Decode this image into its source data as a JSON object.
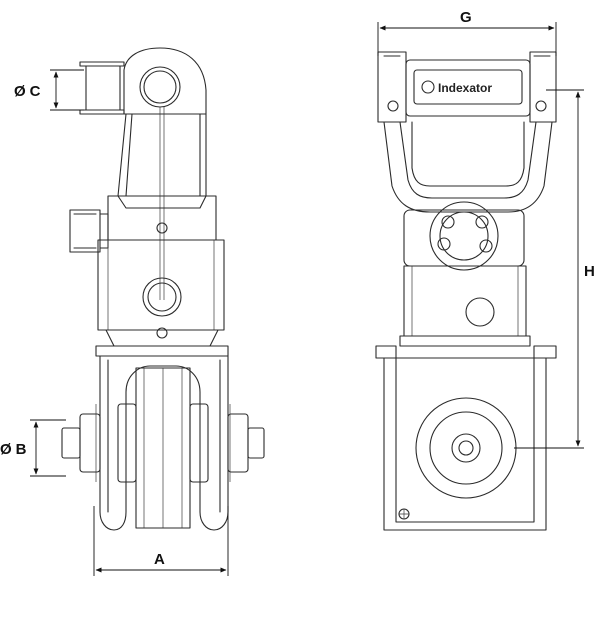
{
  "dimensions": {
    "dia_c": {
      "symbol": "Ø",
      "letter": "C"
    },
    "dia_b": {
      "symbol": "Ø",
      "letter": "B"
    },
    "a": {
      "letter": "A"
    },
    "g": {
      "letter": "G"
    },
    "h": {
      "letter": "H"
    }
  },
  "brand": {
    "name": "Indexator"
  },
  "colors": {
    "line": "#2b2b2b",
    "background": "#ffffff"
  }
}
